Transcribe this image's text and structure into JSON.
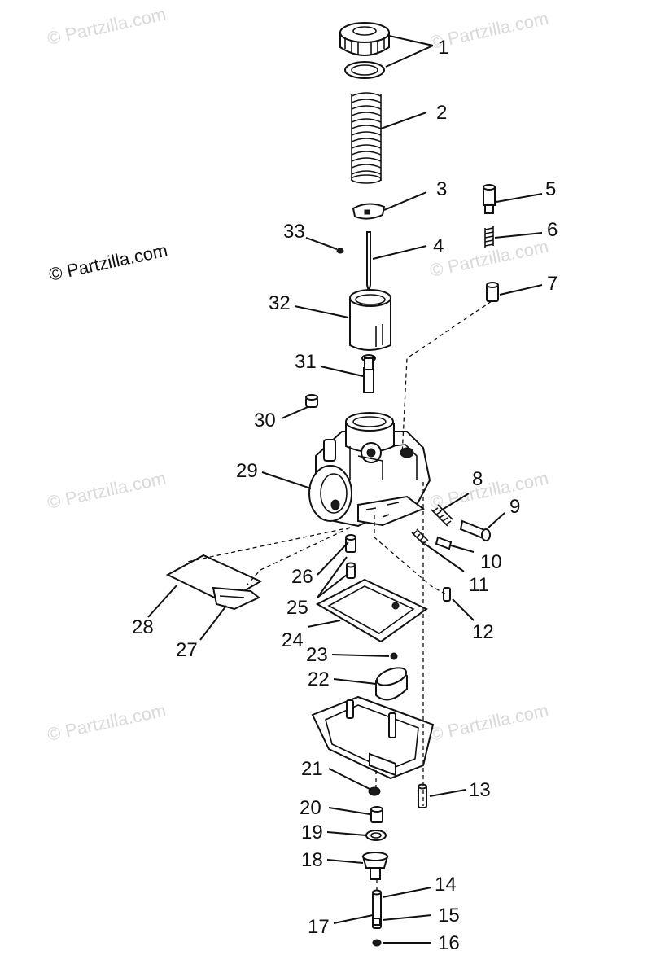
{
  "watermark": "© Partzilla.com",
  "callouts": [
    "1",
    "2",
    "3",
    "4",
    "5",
    "6",
    "7",
    "8",
    "9",
    "10",
    "11",
    "12",
    "13",
    "14",
    "15",
    "16",
    "17",
    "18",
    "19",
    "20",
    "21",
    "22",
    "23",
    "24",
    "25",
    "26",
    "27",
    "28",
    "29",
    "30",
    "31",
    "32",
    "33"
  ],
  "colors": {
    "line": "#111111",
    "watermark": "#d9d9d9",
    "background": "#ffffff"
  }
}
